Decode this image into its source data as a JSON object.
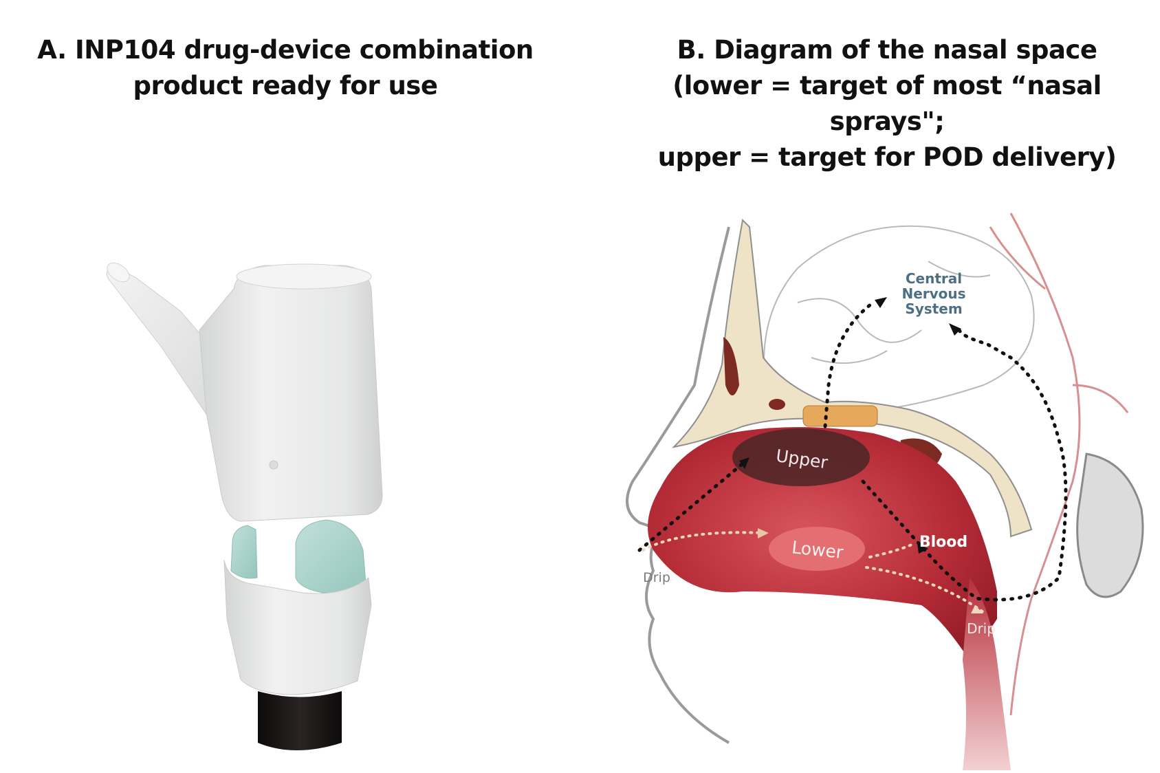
{
  "panel_a": {
    "title_lines": [
      "A. INP104 drug-device combination",
      "product ready for use"
    ]
  },
  "panel_b": {
    "title_lines": [
      "B. Diagram of the nasal space",
      "(lower = target of most “nasal sprays\";",
      "upper = target for POD delivery)"
    ],
    "labels": {
      "cns_line1": "Central",
      "cns_line2": "Nervous",
      "cns_line3": "System",
      "upper": "Upper",
      "lower": "Lower",
      "blood": "Blood",
      "drip_front": "Drip",
      "drip_back": "Drip"
    }
  },
  "colors": {
    "device_body": "#e9eaea",
    "device_accent": "#a9d3cb",
    "device_base": "#1a1616",
    "nasal_cavity": "#b8303a",
    "bone": "#efe3c7",
    "olfactory": "#e6a85a",
    "cns_text": "#4d6f83"
  }
}
